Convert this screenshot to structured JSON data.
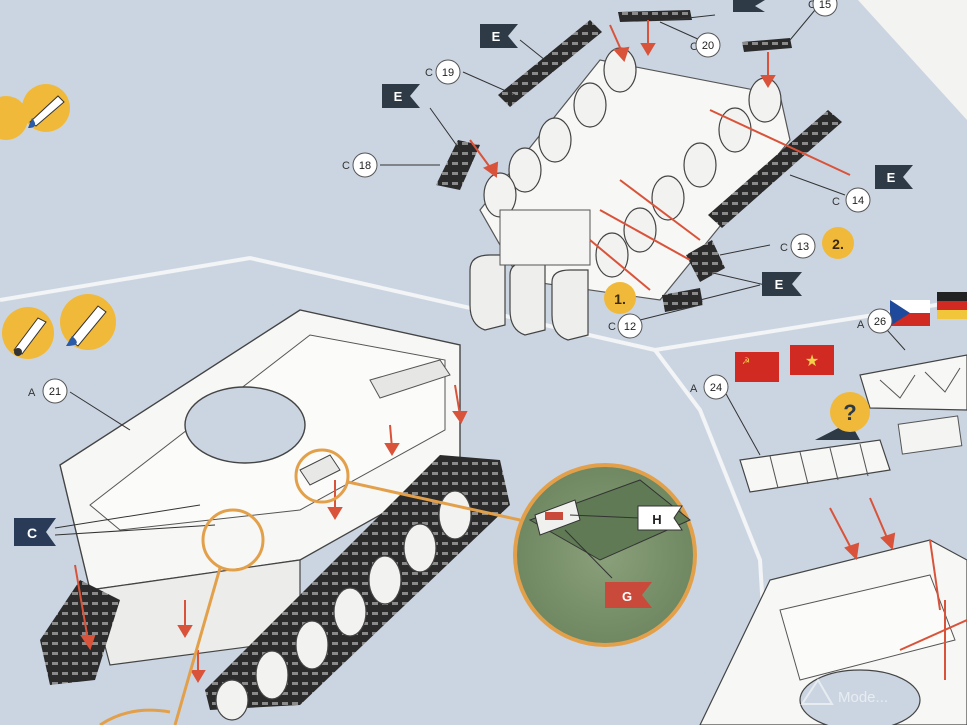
{
  "image": {
    "kind": "photo of printed model-kit assembly instructions",
    "colors": {
      "sheet_blue": "#ccd6e3",
      "paper": "#f4f4f2",
      "arrow": "#d9533a",
      "callout_ring": "#e3a04a",
      "flag_dark": "#2e3a46",
      "flag_c": "#2a3b57",
      "flag_g": "#c94a3a"
    }
  },
  "labels": {
    "c20": "20",
    "c15": "15",
    "c19": "19",
    "c18": "18",
    "c14": "14",
    "c13": "13",
    "c12": "12",
    "a21": "21",
    "a24": "24",
    "a26": "26",
    "prefix_c": "C",
    "prefix_a": "A",
    "step1": "1.",
    "step2": "2.",
    "flag_e": "E",
    "flag_c": "C",
    "flag_h": "H",
    "flag_g": "G",
    "question": "?",
    "watermark": "Mode..."
  },
  "icons": [
    "paint-brush-icon",
    "glue-icon",
    "decal-flag-ussr-icon",
    "decal-flag-vietnam-icon",
    "decal-flag-czech-icon",
    "decal-flag-gdr-icon",
    "question-mark-icon"
  ]
}
